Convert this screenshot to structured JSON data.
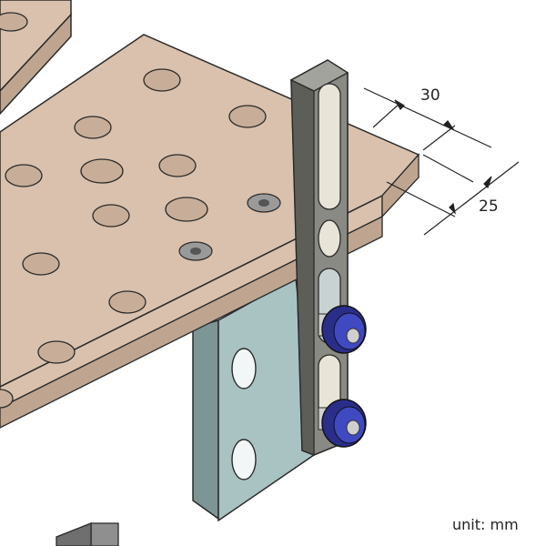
{
  "dimensions": {
    "width_label": "30",
    "height_label": "25"
  },
  "unit_label": "unit: mm",
  "colors": {
    "table_top": "#d9c1ad",
    "table_side": "#bfa590",
    "bracket": "#a9c3c3",
    "bracket_dark": "#7d9595",
    "rail": "#8a8a84",
    "rail_dark": "#5e5e58",
    "knob": "#2a2e8a",
    "knob_light": "#3f49c2"
  }
}
